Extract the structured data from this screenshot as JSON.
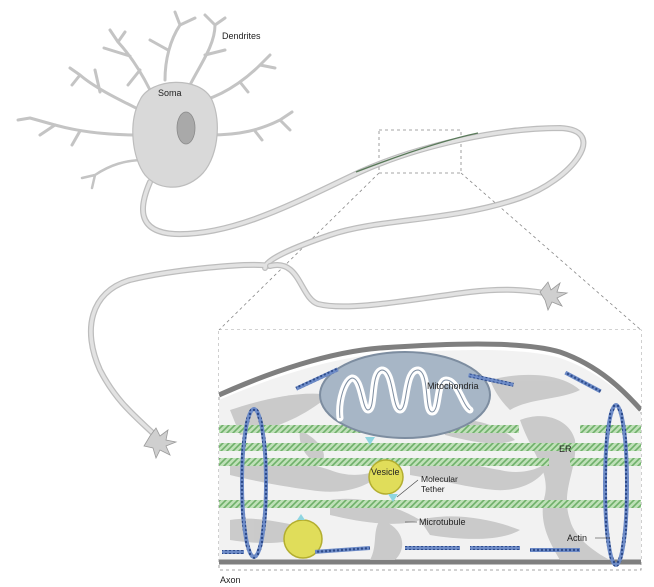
{
  "labels": {
    "dendrites": "Dendrites",
    "soma": "Soma",
    "mitochondria": "Mitochondria",
    "er": "ER",
    "vesicle": "Vesicle",
    "molecular_tether_line1": "Molecular",
    "molecular_tether_line2": "Tether",
    "microtubule": "Microtubule",
    "actin": "Actin",
    "axon": "Axon"
  },
  "colors": {
    "neuron_fill": "#d9d9d9",
    "neuron_stroke": "#bdbdbd",
    "nucleus": "#a9a9a9",
    "membrane": "#7f7f7f",
    "cytoplasm": "#ffffff",
    "er": "#c8c8c8",
    "mitochondria_fill": "#a7b6c6",
    "mitochondria_stroke": "#7d8da0",
    "microtubule_green": "#9dcc98",
    "actin_blue": "#3a5a9a",
    "vesicle_yellow": "#e0dd5a",
    "tether_cyan": "#8fd5e0",
    "highlight_axon": "#5a7a5a",
    "dashed_box": "#777777"
  }
}
